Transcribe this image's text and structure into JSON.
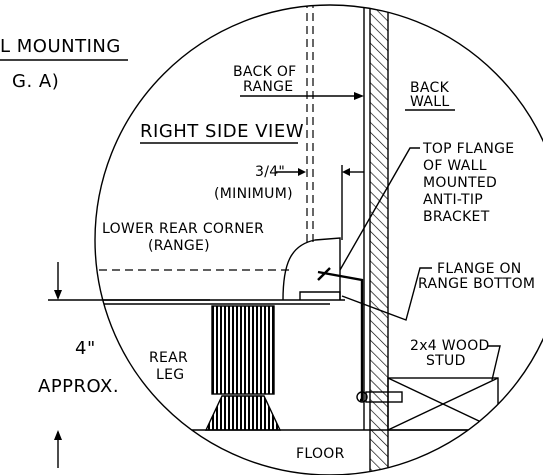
{
  "labels": {
    "header_line1": "L MOUNTING",
    "header_line2": "G. A)",
    "back_of_range_1": "BACK OF",
    "back_of_range_2": "RANGE",
    "back_wall_1": "BACK",
    "back_wall_2": "WALL",
    "right_side_view": "RIGHT SIDE VIEW",
    "dimension_value": "3/4\"",
    "dimension_note": "(MINIMUM)",
    "top_flange_1": "TOP FLANGE",
    "top_flange_2": "OF WALL",
    "top_flange_3": "MOUNTED",
    "top_flange_4": "ANTI-TIP",
    "top_flange_5": "BRACKET",
    "lower_rear_corner_1": "LOWER REAR CORNER",
    "lower_rear_corner_2": "(RANGE)",
    "flange_on_1": "FLANGE ON",
    "flange_on_2": "RANGE BOTTOM",
    "height_value": "4\"",
    "height_note": "APPROX.",
    "rear_leg_1": "REAR",
    "rear_leg_2": "LEG",
    "stud_1": "2x4 WOOD",
    "stud_2": "STUD",
    "floor": "FLOOR"
  }
}
